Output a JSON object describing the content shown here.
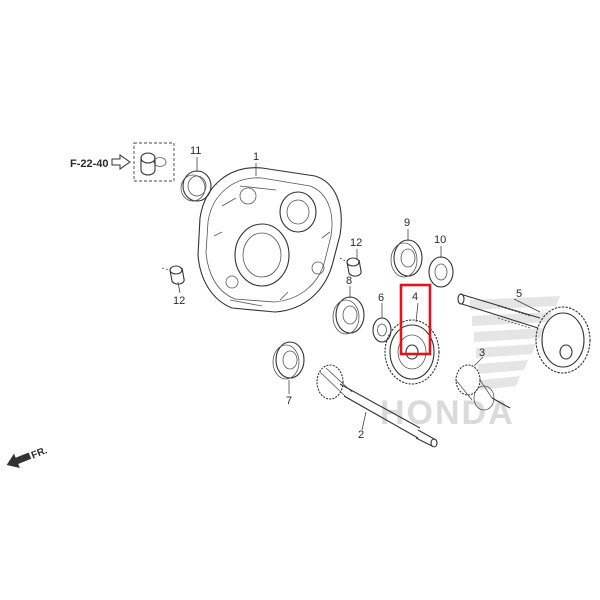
{
  "diagram": {
    "reference_label": "F-22-40",
    "front_label": "FR.",
    "watermark_text": "HONDA",
    "callouts": [
      {
        "id": "c1",
        "label": "1"
      },
      {
        "id": "c2",
        "label": "2"
      },
      {
        "id": "c3",
        "label": "3"
      },
      {
        "id": "c4",
        "label": "4"
      },
      {
        "id": "c5",
        "label": "5"
      },
      {
        "id": "c6",
        "label": "6"
      },
      {
        "id": "c7",
        "label": "7"
      },
      {
        "id": "c8",
        "label": "8"
      },
      {
        "id": "c9",
        "label": "9"
      },
      {
        "id": "c10",
        "label": "10"
      },
      {
        "id": "c11",
        "label": "11"
      },
      {
        "id": "c12a",
        "label": "12"
      },
      {
        "id": "c12b",
        "label": "12"
      }
    ],
    "highlight": {
      "part": "4",
      "color": "#e0141e"
    },
    "colors": {
      "line": "#333333",
      "highlight": "#e0141e",
      "watermark": "#d6d6d6"
    }
  }
}
